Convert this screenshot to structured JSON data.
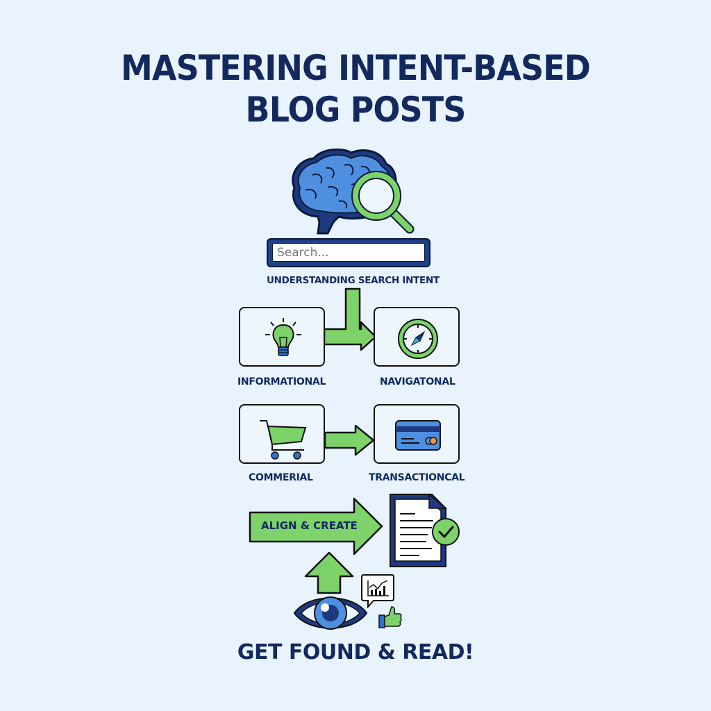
{
  "title": {
    "line1": "MASTERING INTENT-BASED",
    "line2": "BLOG POSTS"
  },
  "search": {
    "placeholder": "Search...",
    "caption": "UNDERSTANDING SEARCH INTENT"
  },
  "intents": [
    {
      "label": "INFORMATIONAL",
      "icon": "lightbulb-icon"
    },
    {
      "label": "NAVIGATONAL",
      "icon": "compass-icon"
    },
    {
      "label": "COMMERIAL",
      "icon": "shopping-cart-icon"
    },
    {
      "label": "TRANSACTIONCAL",
      "icon": "credit-card-icon"
    }
  ],
  "align": {
    "label": "ALIGN & CREATE",
    "icon": "document-check-icon"
  },
  "result": {
    "label": "GET FOUND & READ!",
    "icons": [
      "eye-icon",
      "up-arrow-icon",
      "chart-bubble-icon",
      "thumbs-up-icon"
    ]
  },
  "colors": {
    "background": "#e8f3fd",
    "navy": "#13295e",
    "green": "#7dd36a",
    "blue": "#4a90e2",
    "outline": "#111111"
  }
}
